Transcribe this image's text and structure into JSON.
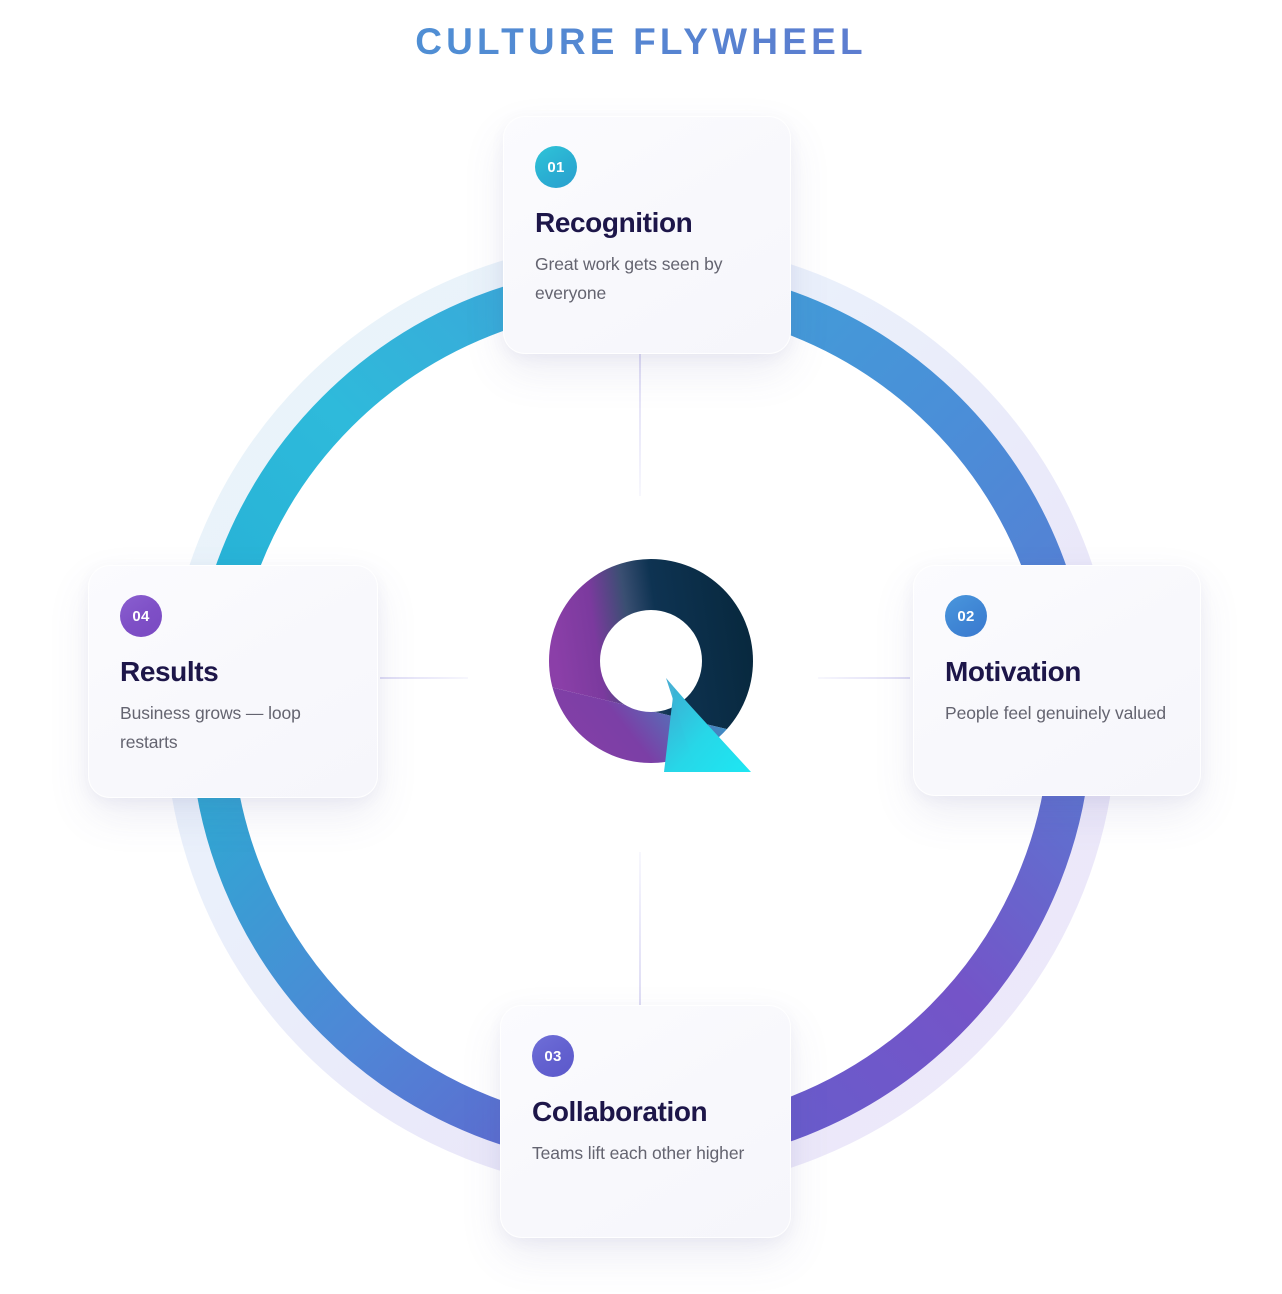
{
  "page": {
    "title": "CULTURE FLYWHEEL",
    "background": "#ffffff"
  },
  "colors": {
    "title_gradient_start": "#4d9ad6",
    "title_gradient_end": "#6f6fd0",
    "card_title": "#1d1649",
    "card_desc": "#646470",
    "connector": "#e6e5f7",
    "ring_track": "#eceefa",
    "ring_cyan": "#2aaed2",
    "ring_blue": "#4a8fd8",
    "ring_indigo": "#6060cf",
    "ring_purple": "#7a55c9"
  },
  "center_logo": {
    "name": "flywheel-mark",
    "dark": "#0b2f4a",
    "purple": "#8b3fa8",
    "cyan": "#27d7e8"
  },
  "ring": {
    "label": "flywheel-ring",
    "track_color": "#eceefa",
    "stops": [
      {
        "at": "top-left",
        "color": "#2fc0db"
      },
      {
        "at": "top-right",
        "color": "#4a8fd8"
      },
      {
        "at": "right",
        "color": "#5a76d2"
      },
      {
        "at": "bottom-right",
        "color": "#7454c8"
      },
      {
        "at": "bottom",
        "color": "#6060cf"
      },
      {
        "at": "bottom-left",
        "color": "#4a8fd8"
      },
      {
        "at": "left",
        "color": "#2aaed2"
      }
    ]
  },
  "cards": [
    {
      "number": "01",
      "title": "Recognition",
      "desc": "Great work gets seen by everyone",
      "badge_color": "#2aaed2",
      "position": "top"
    },
    {
      "number": "02",
      "title": "Motivation",
      "desc": "People feel genuinely valued",
      "badge_color": "#3f85d4",
      "position": "right"
    },
    {
      "number": "03",
      "title": "Collaboration",
      "desc": "Teams lift each other higher",
      "badge_color": "#6260cf",
      "position": "bottom"
    },
    {
      "number": "04",
      "title": "Results",
      "desc": "Business grows — loop restarts",
      "badge_color": "#7e4fc6",
      "position": "left"
    }
  ],
  "connectors": [
    {
      "name": "spoke-top",
      "from": "card-01",
      "to": "center"
    },
    {
      "name": "spoke-right",
      "from": "center",
      "to": "card-02"
    },
    {
      "name": "spoke-bottom",
      "from": "center",
      "to": "card-03"
    },
    {
      "name": "spoke-left",
      "from": "card-04",
      "to": "center"
    }
  ]
}
